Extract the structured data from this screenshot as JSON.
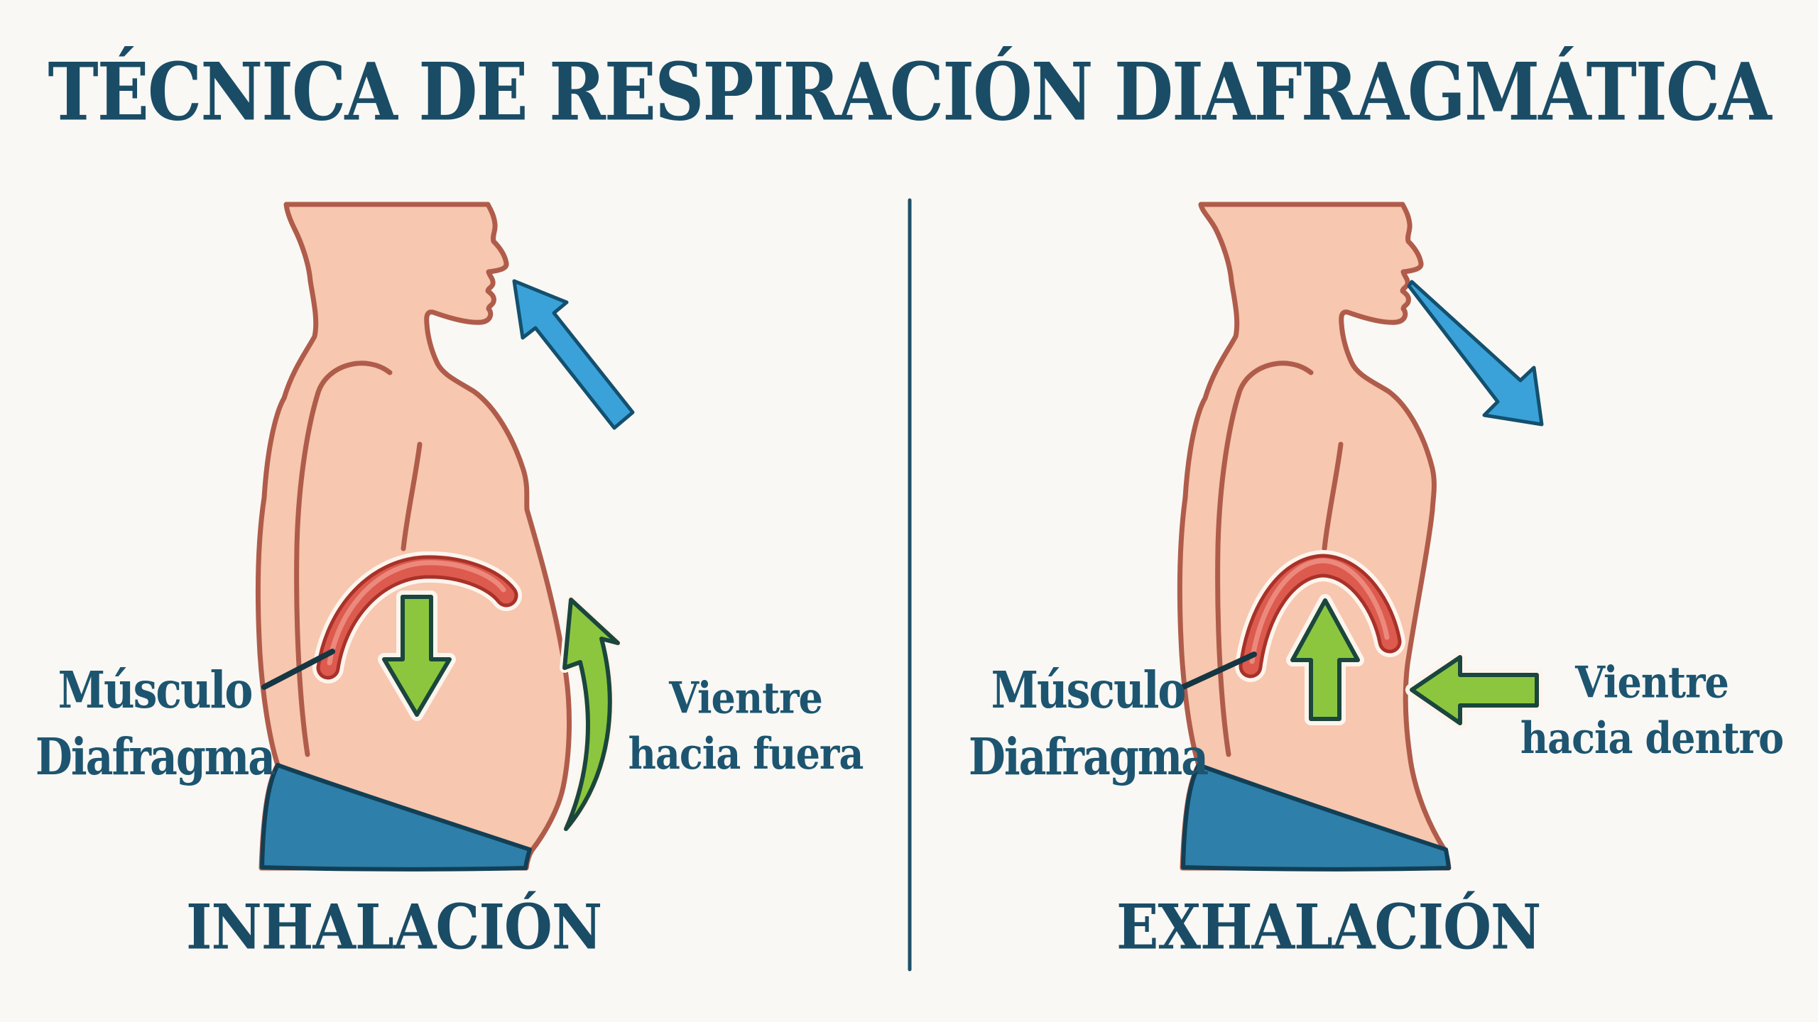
{
  "title": "TÉCNICA DE RESPIRACIÓN DIAFRAGMÁTICA",
  "panels": {
    "inhalation": {
      "caption": "INHALACIÓN",
      "diaphragm_label_line1": "Músculo",
      "diaphragm_label_line2": "Diafragma",
      "belly_label_line1": "Vientre",
      "belly_label_line2": "hacia fuera"
    },
    "exhalation": {
      "caption": "EXHALACIÓN",
      "diaphragm_label_line1": "Músculo",
      "diaphragm_label_line2": "Diafragma",
      "belly_label_line1": "Vientre",
      "belly_label_line2": "hacia dentro"
    }
  },
  "icons": {
    "inhale_air_arrow": "blue arrow toward mouth (air in)",
    "exhale_air_arrow": "blue arrow away from mouth (air out)",
    "diaphragm_down_arrow": "green arrow, diaphragm moves down",
    "diaphragm_up_arrow": "green arrow, diaphragm moves up",
    "belly_outward_arrow": "green curved arrow, belly expands out",
    "belly_inward_arrow": "green arrow pressing belly in"
  },
  "colors": {
    "background": "#f9f8f4",
    "text": "#1d5570",
    "title_text": "#1a4c66",
    "skin": "#f7c7af",
    "skin_outline": "#b05c4b",
    "diaphragm_red": "#dd5a4e",
    "diaphragm_red_dark": "#a83229",
    "diaphragm_red_highlight": "#ee9286",
    "arrow_green": "#8cc63f",
    "arrow_green_outline": "#1a463d",
    "arrow_blue": "#3aa2d9",
    "arrow_blue_outline": "#14506e",
    "pants_blue": "#2e7fa9",
    "pants_outline": "#123f55",
    "divider": "#20506a",
    "pointer_line": "#153642",
    "casing_white": "#fdf5ed"
  }
}
